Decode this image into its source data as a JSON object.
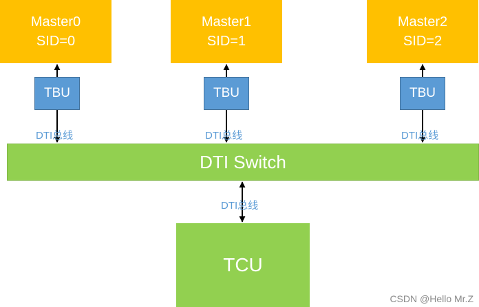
{
  "masters": [
    {
      "name": "Master0",
      "sid": "SID=0"
    },
    {
      "name": "Master1",
      "sid": "SID=1"
    },
    {
      "name": "Master2",
      "sid": "SID=2"
    }
  ],
  "tbu_label": "TBU",
  "bus_label": "DTI总线",
  "switch_label": "DTI Switch",
  "tcu_label": "TCU",
  "watermark": "CSDN @Hello Mr.Z",
  "colors": {
    "master": "#ffc000",
    "tbu": "#5b9bd5",
    "switch": "#92d050",
    "tcu": "#92d050",
    "bus_label": "#5b9bd5"
  }
}
